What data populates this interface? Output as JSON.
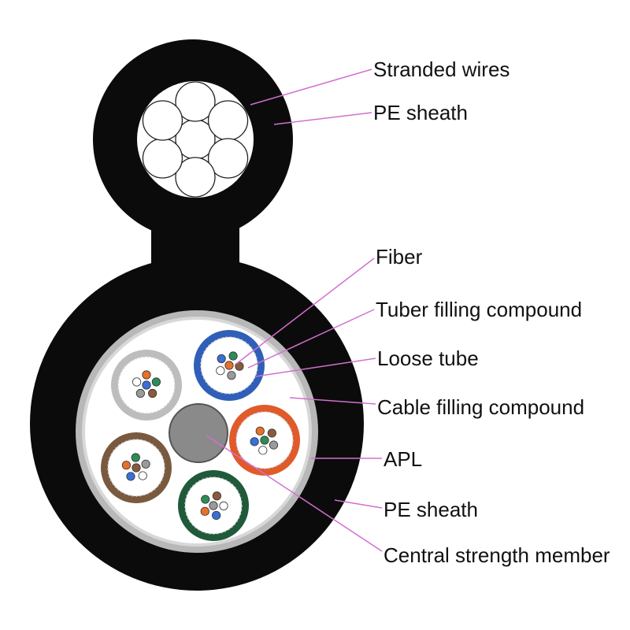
{
  "labels": {
    "stranded_wires": "Stranded wires",
    "pe_sheath_top": "PE sheath",
    "fiber": "Fiber",
    "tube_filling_compound": "Tuber filling compound",
    "loose_tube": "Loose tube",
    "cable_filling_compound": "Cable filling compound",
    "apl": "APL",
    "pe_sheath_bottom": "PE sheath",
    "central_strength_member": "Central strength member"
  },
  "colors": {
    "sheath": "#0b0b0b",
    "leader_line": "#d36fd0",
    "apl_ring": "#b8b8b8",
    "filling": "#ffffff",
    "central_member": "#8a8a8a",
    "tube_blue": "#2f5fb8",
    "tube_orange": "#e05a2a",
    "tube_green": "#1f5a3a",
    "tube_brown": "#7a5a3f",
    "tube_gray": "#bdbdbd"
  },
  "fiber_colors": [
    "#3a6fd6",
    "#e8702a",
    "#2e8b57",
    "#8b5a3c",
    "#9a9a9a",
    "#ffffff"
  ]
}
